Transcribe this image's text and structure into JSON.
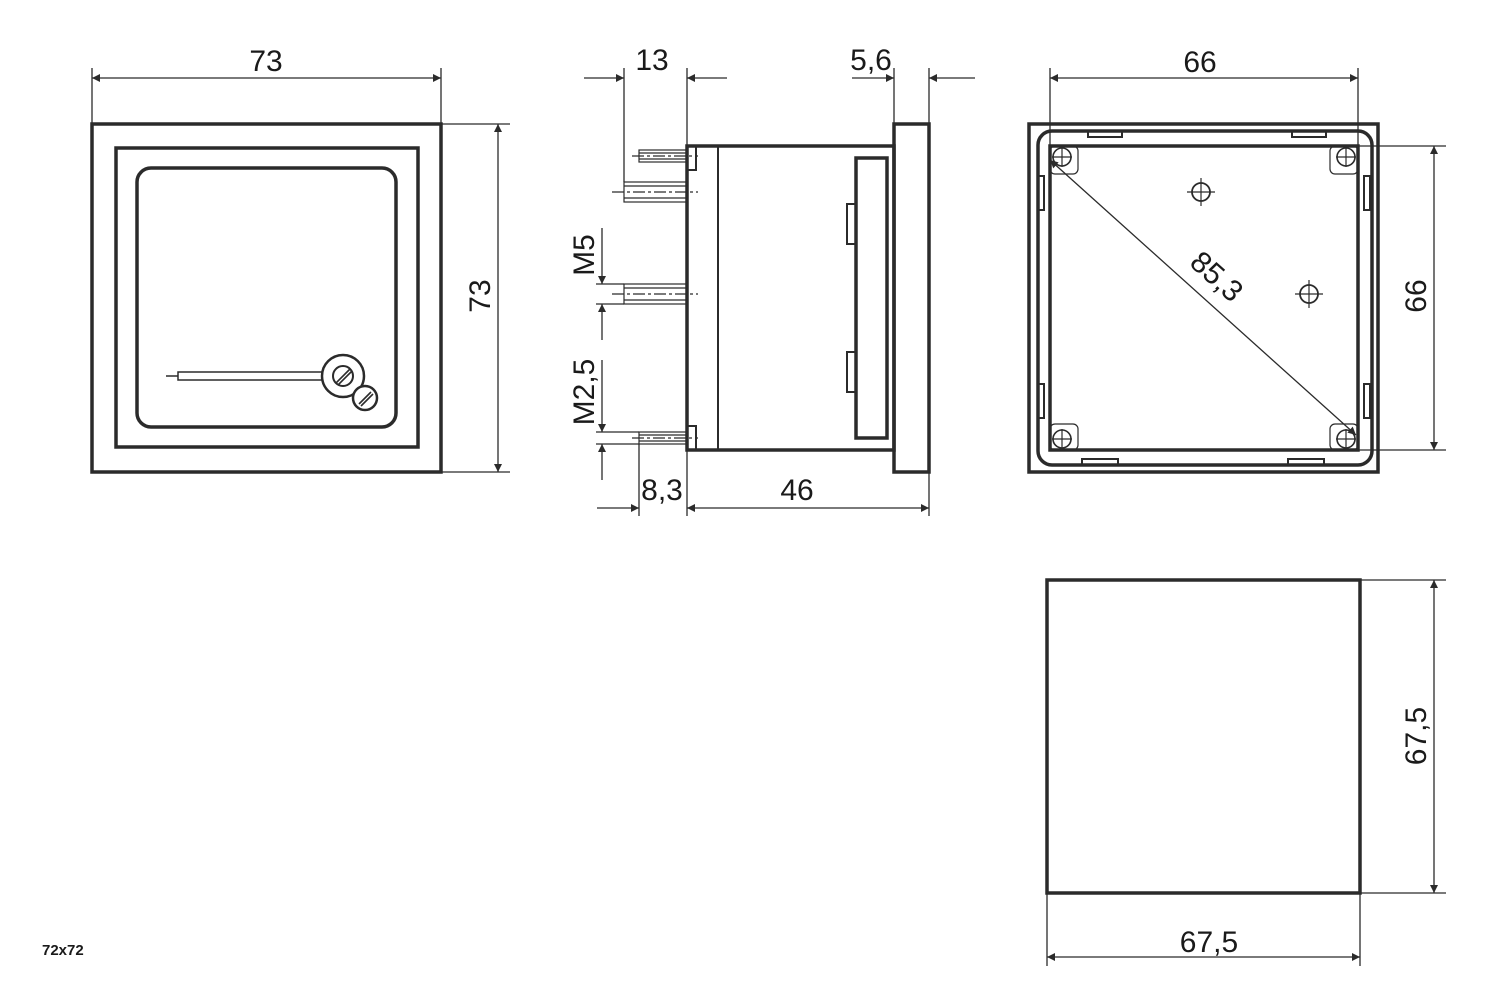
{
  "model_label": "72x72",
  "front_view": {
    "width_dim": "73",
    "height_dim": "73"
  },
  "side_view": {
    "pin_depth_dim": "13",
    "bezel_depth_dim": "5,6",
    "terminal_thread_label": "M5",
    "screw_thread_label": "M2,5",
    "screw_depth_dim": "8,3",
    "body_depth_dim": "46"
  },
  "rear_view": {
    "width_dim": "66",
    "height_dim": "66",
    "diagonal_dim": "85,3"
  },
  "panel_cutout": {
    "width_dim": "67,5",
    "height_dim": "67,5"
  }
}
